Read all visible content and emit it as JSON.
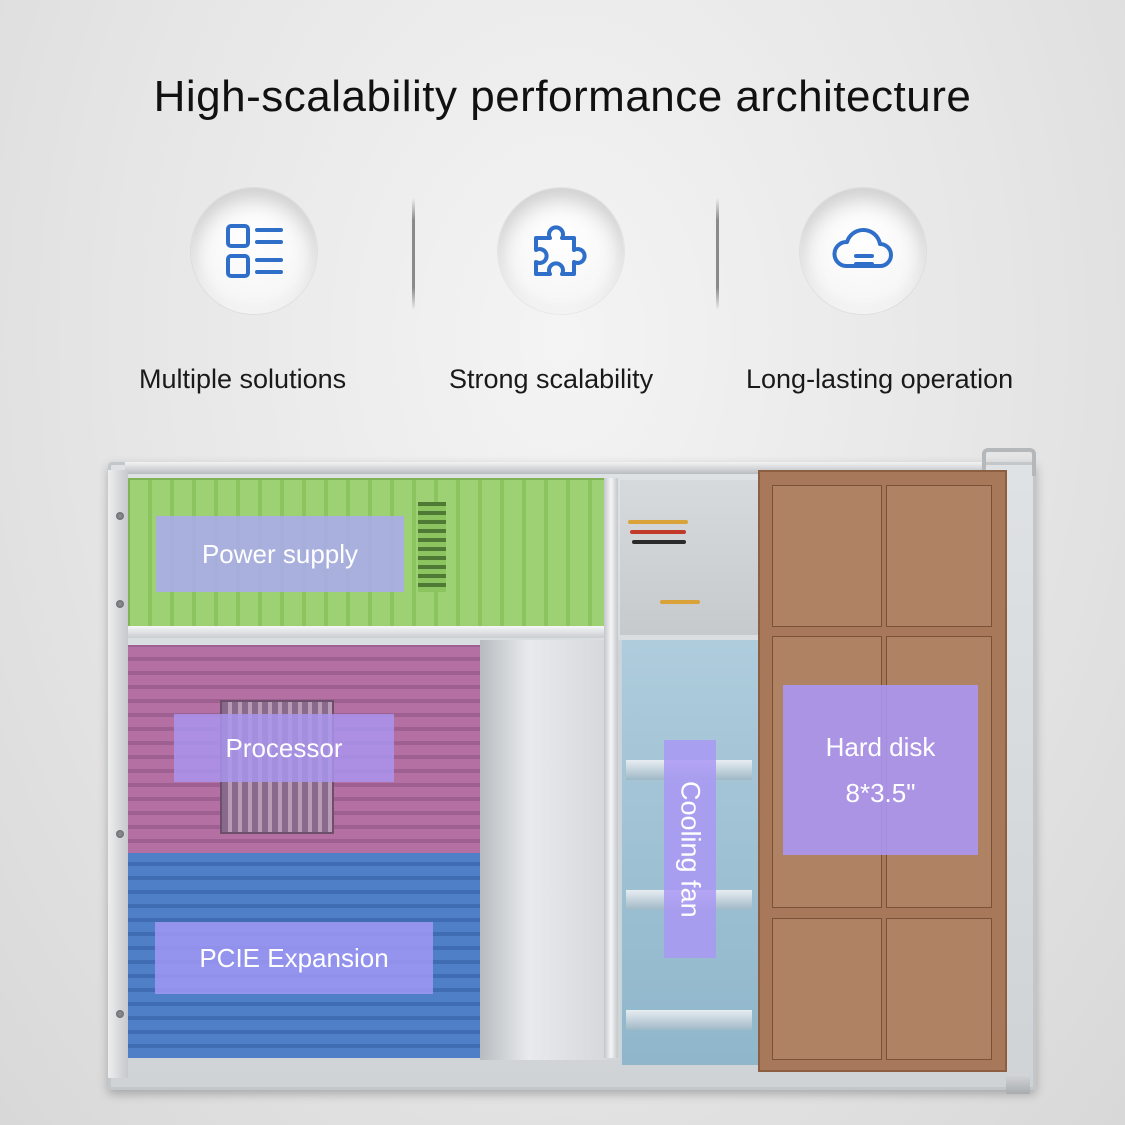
{
  "title": "High-scalability performance architecture",
  "features": [
    {
      "label": "Multiple solutions",
      "icon": "list-layout-icon"
    },
    {
      "label": "Strong scalability",
      "icon": "puzzle-piece-icon"
    },
    {
      "label": "Long-lasting operation",
      "icon": "cloud-icon"
    }
  ],
  "components": {
    "power_supply": "Power supply",
    "processor": "Processor",
    "pcie": "PCIE Expansion",
    "cooling_fan": "Cooling fan",
    "hard_disk_title": "Hard disk",
    "hard_disk_spec": "8*3.5\""
  },
  "colors": {
    "icon_blue": "#2f6fc9",
    "power_zone": "#9ed173",
    "processor_zone": "#b26aa0",
    "pcie_zone": "#4f7fc6",
    "fan_zone": "#a9c8da",
    "hdd_zone": "#a8785a",
    "label_overlay": "#a99af5"
  }
}
